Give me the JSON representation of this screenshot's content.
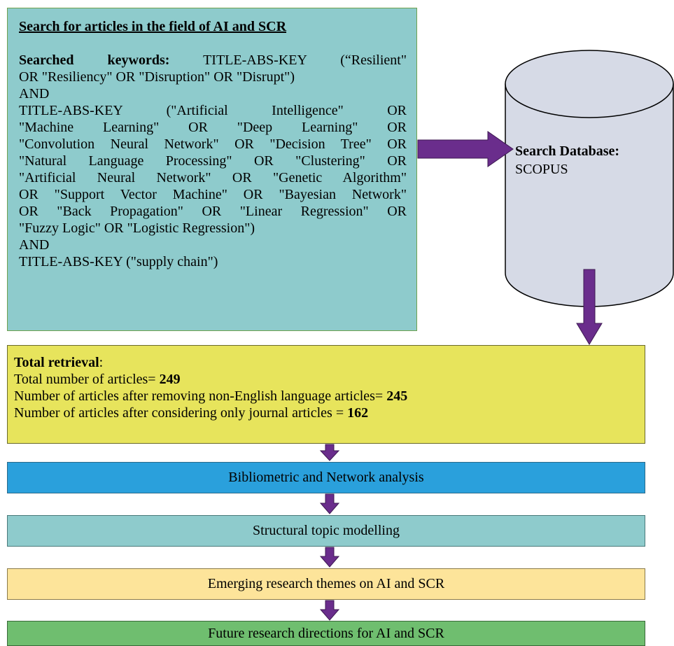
{
  "search_box": {
    "title": "Search for articles in the field of AI and SCR",
    "keywords_label": "Searched keywords:",
    "query_lines": [
      "TITLE-ABS-KEY (“Resilient\"",
      "OR \"Resiliency\" OR \"Disruption\" OR \"Disrupt\")",
      "AND",
      "TITLE-ABS-KEY (\"Artificial Intelligence\" OR",
      "\"Machine Learning\" OR \"Deep Learning\" OR",
      "\"Convolution Neural Network\" OR \"Decision Tree\" OR",
      "\"Natural Language Processing\" OR \"Clustering\" OR",
      "\"Artificial Neural Network\" OR \"Genetic Algorithm\"",
      "OR \"Support Vector Machine\" OR \"Bayesian Network\"",
      "OR \"Back Propagation\" OR \"Linear Regression\" OR",
      "\"Fuzzy Logic\" OR \"Logistic Regression\")",
      "AND",
      "TITLE-ABS-KEY (\"supply chain\")"
    ]
  },
  "database": {
    "label": "Search Database:",
    "name": "SCOPUS"
  },
  "retrieval": {
    "title": "Total retrieval",
    "title_suffix": ":",
    "lines": [
      {
        "text": "Total number of articles= ",
        "value": "249"
      },
      {
        "text": "Number of articles after removing non-English language articles= ",
        "value": "245"
      },
      {
        "text": "Number of articles after considering only journal articles = ",
        "value": "162"
      }
    ]
  },
  "stages": {
    "bibliometric": "Bibliometric and Network analysis",
    "topic_modelling": "Structural topic modelling",
    "emerging_themes": "Emerging research themes on AI and SCR",
    "future_directions": "Future research directions for AI and SCR"
  },
  "colors": {
    "arrow": "#6a2d8c",
    "search_box": "#8ecbcc",
    "retrieval_box": "#e7e45c",
    "bibliometric": "#2aa0dc",
    "topic_modelling": "#8ecbcc",
    "emerging_themes": "#fde49a",
    "future_directions": "#6fbe6f",
    "database_fill": "#d6dae6"
  }
}
